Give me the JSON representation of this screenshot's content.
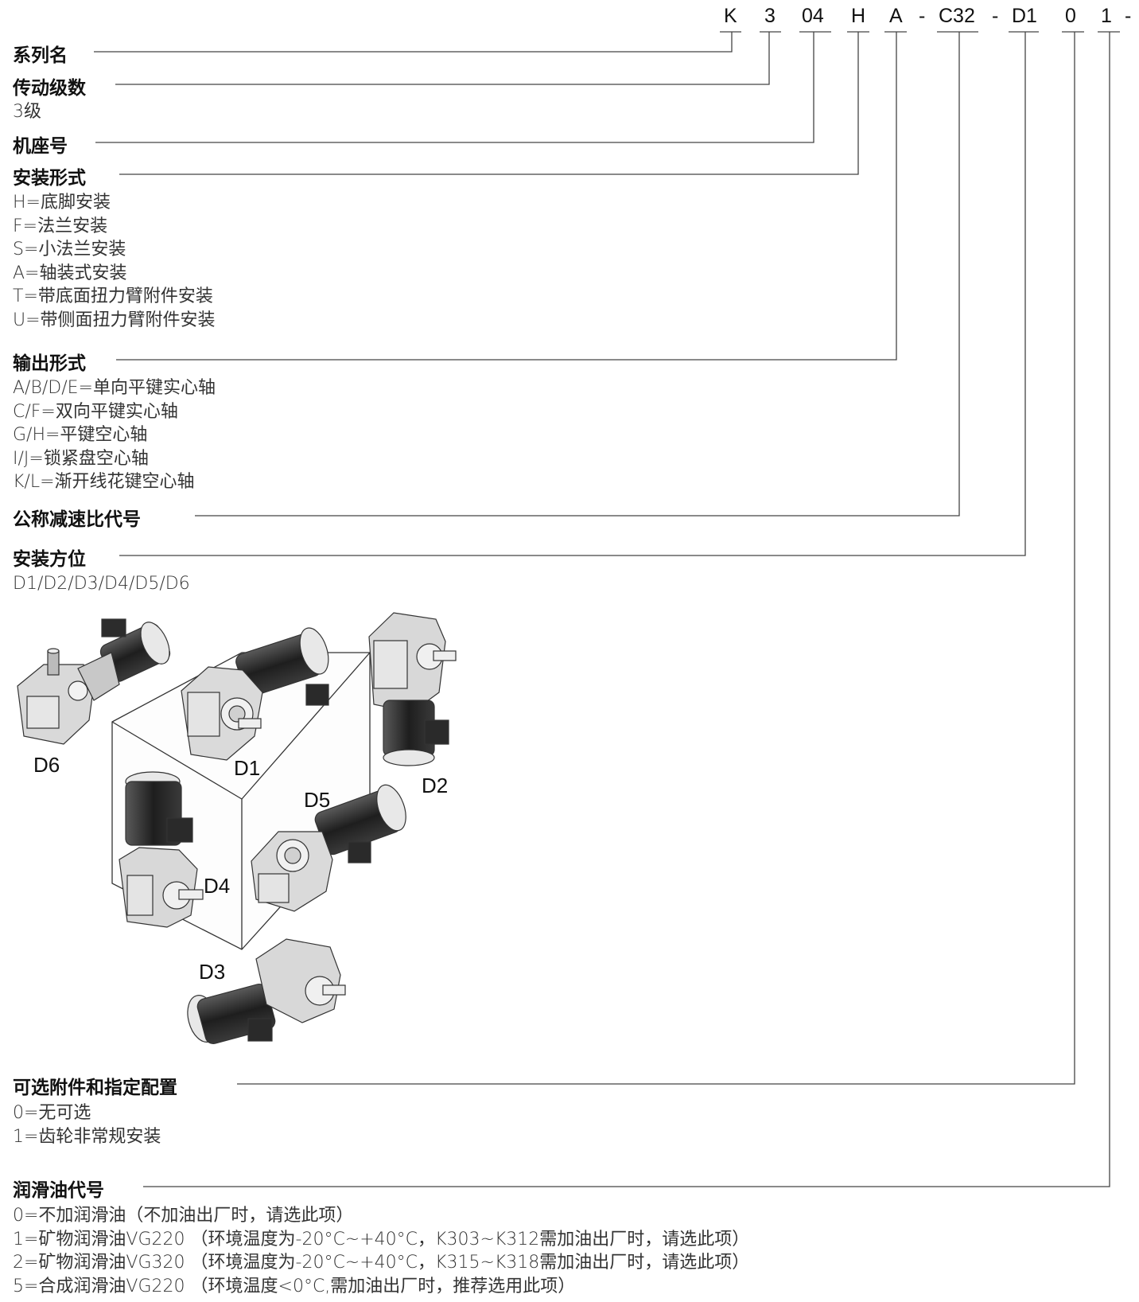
{
  "model_code": {
    "segments": [
      {
        "id": "series",
        "text": "K"
      },
      {
        "id": "stages",
        "text": "3"
      },
      {
        "id": "frame",
        "text": "04"
      },
      {
        "id": "mounting",
        "text": "H"
      },
      {
        "id": "output",
        "text": "A"
      },
      {
        "id": "dash1",
        "text": "-"
      },
      {
        "id": "ratio",
        "text": "C32"
      },
      {
        "id": "dash2",
        "text": "-"
      },
      {
        "id": "position",
        "text": "D1"
      },
      {
        "id": "options",
        "text": "0"
      },
      {
        "id": "lube",
        "text": "1"
      },
      {
        "id": "dash3",
        "text": "-"
      }
    ]
  },
  "sections": {
    "series": {
      "title": "系列名",
      "lines": []
    },
    "stages": {
      "title": "传动级数",
      "lines": [
        "3级"
      ]
    },
    "frame": {
      "title": "机座号",
      "lines": []
    },
    "mounting": {
      "title": "安装形式",
      "lines": [
        "H=底脚安装",
        "F=法兰安装",
        "S=小法兰安装",
        "A=轴装式安装",
        "T=带底面扭力臂附件安装",
        "U=带侧面扭力臂附件安装"
      ]
    },
    "output": {
      "title": "输出形式",
      "lines": [
        "A/B/D/E=单向平键实心轴",
        "C/F=双向平键实心轴",
        "G/H=平键空心轴",
        "I/J=锁紧盘空心轴",
        "K/L=渐开线花键空心轴"
      ]
    },
    "ratio": {
      "title": "公称减速比代号",
      "lines": []
    },
    "position": {
      "title": "安装方位",
      "lines": [
        "D1/D2/D3/D4/D5/D6"
      ]
    },
    "options": {
      "title": "可选附件和指定配置",
      "lines": [
        "0=无可选",
        "1=齿轮非常规安装"
      ]
    },
    "lube": {
      "title": "润滑油代号",
      "lines": [
        "0=不加润滑油（不加油出厂时，请选此项）",
        "1=矿物润滑油VG220 （环境温度为-20°C~+40°C，K303~K312需加油出厂时，请选此项）",
        "2=矿物润滑油VG320 （环境温度为-20°C~+40°C，K315~K318需加油出厂时，请选此项）",
        "5=合成润滑油VG220 （环境温度<0°C,需加油出厂时，推荐选用此项）"
      ]
    }
  },
  "mounting_positions": {
    "D1": "D1",
    "D2": "D2",
    "D3": "D3",
    "D4": "D4",
    "D5": "D5",
    "D6": "D6"
  },
  "colors": {
    "line": "#444444",
    "text": "#222222",
    "body_gray": "#cfcfcf",
    "dark": "#2a2a2a"
  }
}
